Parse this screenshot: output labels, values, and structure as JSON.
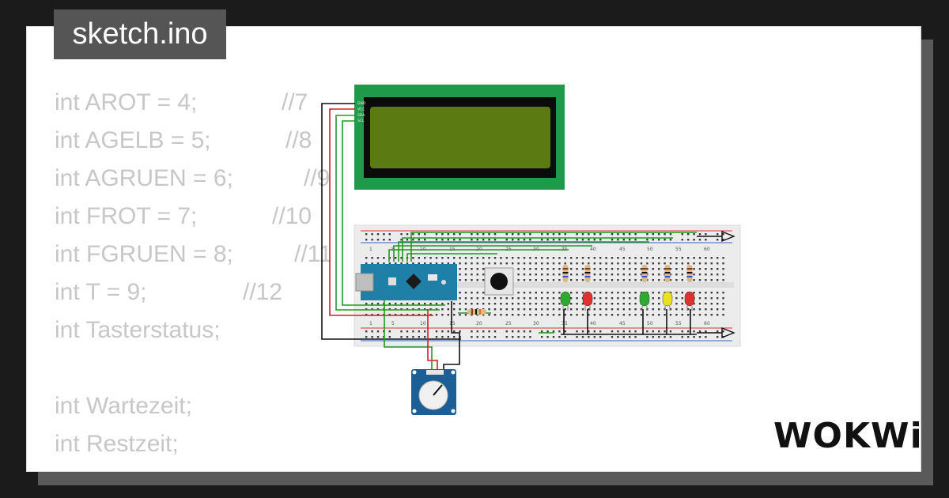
{
  "tab": {
    "title": "sketch.ino"
  },
  "code": {
    "lines": [
      {
        "text": "int AROT = 4;",
        "comment": "//7"
      },
      {
        "text": "int AGELB = 5;",
        "comment": "//8"
      },
      {
        "text": "int AGRUEN = 6;",
        "comment": "//9"
      },
      {
        "text": "int FROT = 7;",
        "comment": "//10"
      },
      {
        "text": "int FGRUEN = 8;",
        "comment": "//11"
      },
      {
        "text": "int T = 9;",
        "comment": "//12"
      },
      {
        "text": "int Tasterstatus;",
        "comment": ""
      },
      {
        "text": "",
        "comment": ""
      },
      {
        "text": "int Wartezeit;",
        "comment": ""
      },
      {
        "text": "int Restzeit;",
        "comment": ""
      }
    ]
  },
  "lcd": {
    "pins": [
      "GND",
      "VCC",
      "SDA",
      "SCL"
    ]
  },
  "breadboard": {
    "column_numbers": [
      "1",
      "5",
      "10",
      "15",
      "20",
      "25",
      "30",
      "35",
      "40",
      "45",
      "50",
      "55",
      "60"
    ]
  },
  "leds": [
    {
      "name": "led-green-1",
      "color": "#2eaa2e"
    },
    {
      "name": "led-red-1",
      "color": "#e03030"
    },
    {
      "name": "led-green-2",
      "color": "#2eaa2e"
    },
    {
      "name": "led-yellow",
      "color": "#e8e020"
    },
    {
      "name": "led-red-2",
      "color": "#e03030"
    }
  ],
  "colors": {
    "lcd_board": "#1e9a4a",
    "lcd_screen": "#5c7a12",
    "arduino": "#1f7fa6",
    "potentiometer": "#1c5e96",
    "wire_green": "#1f9a1f",
    "wire_red": "#d42020",
    "wire_black": "#111111",
    "code_text": "#c7c7c7",
    "tab_bg": "#555555"
  },
  "logo": {
    "text": "WOKWi"
  }
}
